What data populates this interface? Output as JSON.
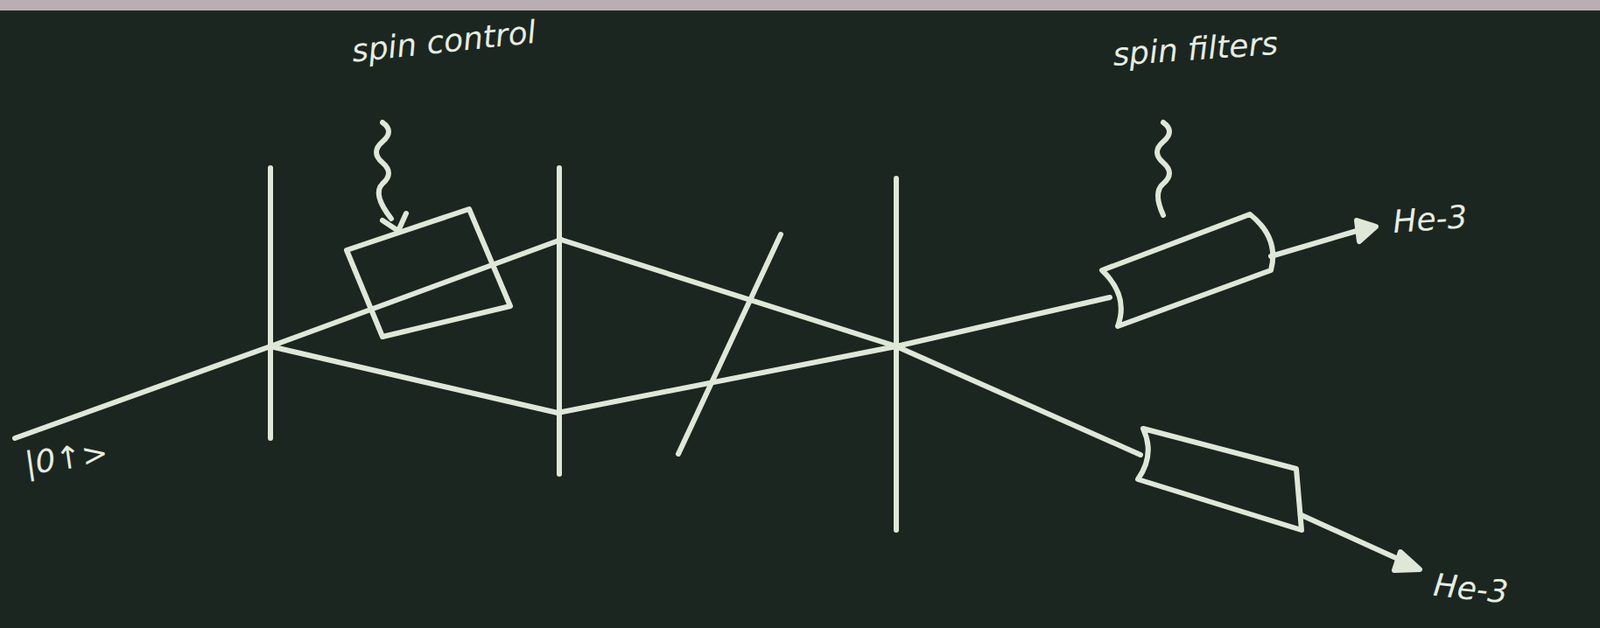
{
  "diagram": {
    "labels": [
      "spin control",
      "spin filters",
      "He-3",
      "He-3",
      "|0↑>"
    ]
  }
}
